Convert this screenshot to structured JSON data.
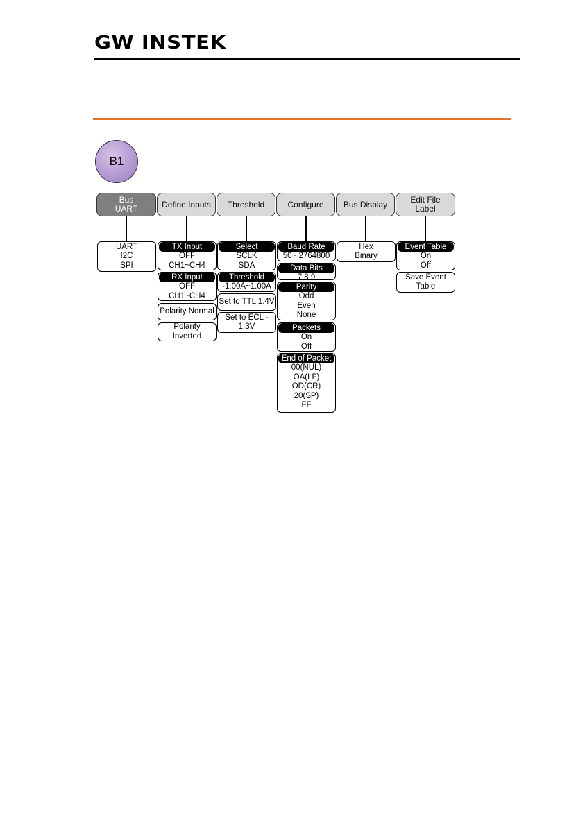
{
  "header": {
    "logo_text": "GW INSTEK"
  },
  "badge": {
    "label": "B1"
  },
  "softkeys": [
    {
      "line1": "Bus",
      "line2": "UART"
    },
    {
      "line1": "Define Inputs",
      "line2": ""
    },
    {
      "line1": "Threshold",
      "line2": ""
    },
    {
      "line1": "Configure",
      "line2": ""
    },
    {
      "line1": "Bus Display",
      "line2": ""
    },
    {
      "line1": "Edit File",
      "line2": "Label"
    }
  ],
  "bus_menu": {
    "items": [
      "UART",
      "I2C",
      "SPI"
    ]
  },
  "define_inputs": {
    "tx": {
      "title": "TX Input",
      "items": [
        "OFF",
        "CH1~CH4"
      ]
    },
    "rx": {
      "title": "RX Input",
      "items": [
        "OFF",
        "CH1~CH4"
      ]
    },
    "polarity_normal": "Polarity Normal",
    "polarity_inverted": "Polarity Inverted"
  },
  "threshold": {
    "select": {
      "title": "Select",
      "items": [
        "SCLK",
        "SDA"
      ]
    },
    "threshold": {
      "title": "Threshold",
      "items": [
        "-1.00A~1.00A"
      ]
    },
    "ttl": "Set to TTL 1.4V",
    "ecl": [
      "Set to ECL -",
      "1.3V"
    ]
  },
  "configure": {
    "baud": {
      "title": "Baud Rate",
      "items": [
        "50~ 2764800"
      ]
    },
    "data_bits": {
      "title": "Data Bits",
      "items": [
        "7,8,9"
      ]
    },
    "parity": {
      "title": "Parity",
      "items": [
        "Odd",
        "Even",
        "None"
      ]
    },
    "packets": {
      "title": "Packets",
      "items": [
        "On",
        "Off"
      ]
    },
    "end_of_packet": {
      "title": "End of Packet",
      "items": [
        "00(NUL)",
        "OA(LF)",
        "OD(CR)",
        "20(SP)",
        "FF"
      ]
    }
  },
  "bus_display": {
    "items": [
      "Hex",
      "Binary"
    ]
  },
  "edit_file": {
    "event_table": {
      "title": "Event Table",
      "items": [
        "On",
        "Off"
      ]
    },
    "save": [
      "Save Event",
      "Table"
    ]
  }
}
